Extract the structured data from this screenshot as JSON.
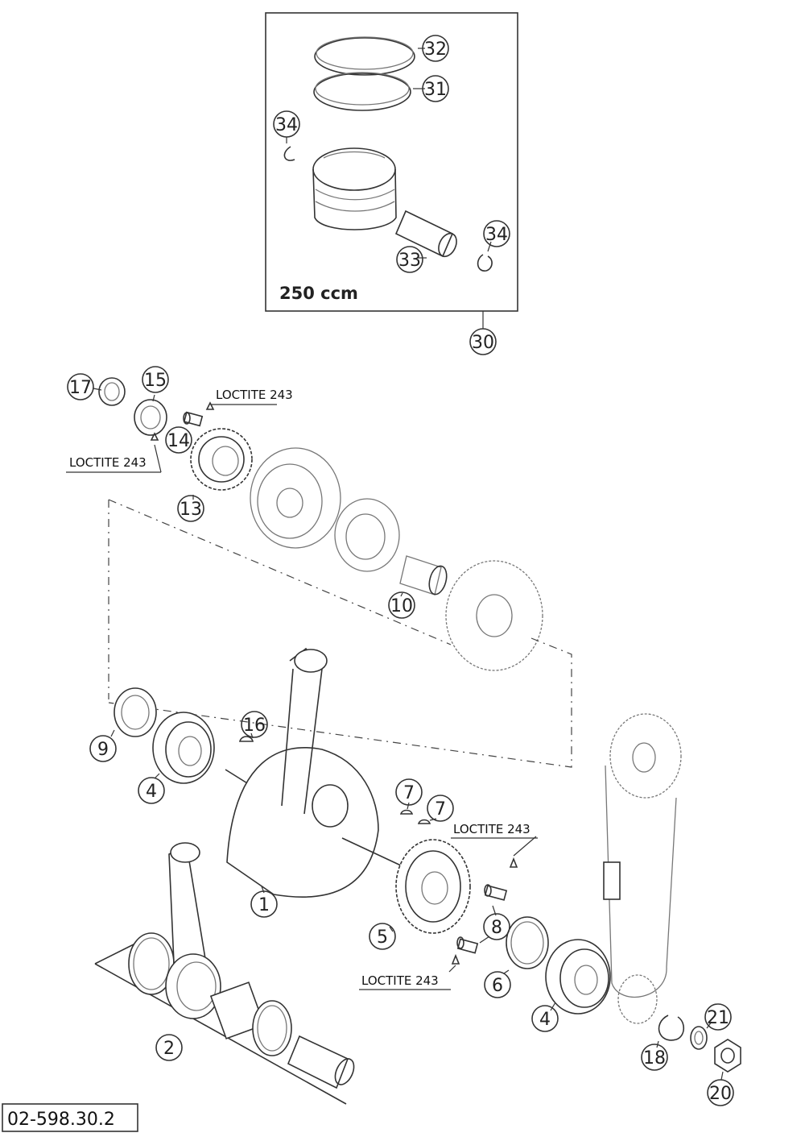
{
  "piston_box": {
    "title": "250 ccm"
  },
  "loctite": [
    "LOCTITE 243",
    "LOCTITE 243",
    "LOCTITE 243",
    "LOCTITE 243"
  ],
  "callouts": [
    "32",
    "31",
    "34",
    "34",
    "33",
    "30",
    "17",
    "15",
    "14",
    "13",
    "10",
    "16",
    "9",
    "4",
    "7",
    "7",
    "1",
    "5",
    "8",
    "6",
    "4",
    "2",
    "21",
    "18",
    "20"
  ],
  "drawing_number": "02-598.30.2"
}
